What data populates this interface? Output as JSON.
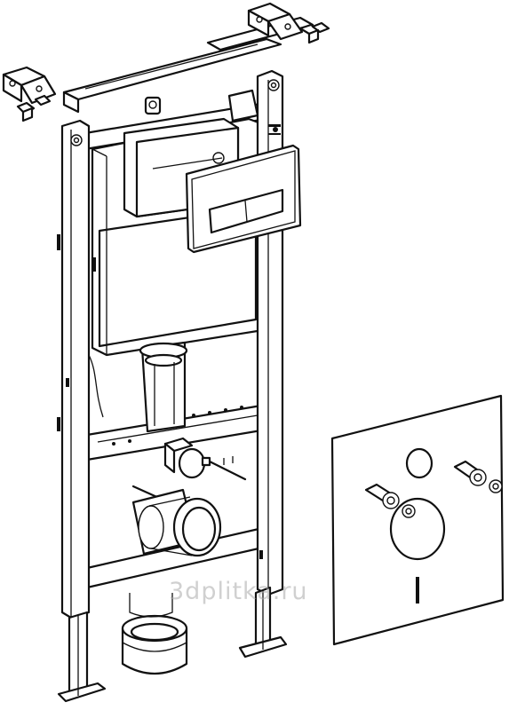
{
  "watermark": {
    "text": "3dplitka.ru"
  },
  "colors": {
    "line": "#111111",
    "background": "#ffffff",
    "watermark": "#aaaaaa"
  },
  "drawing": {
    "parts": [
      "top-mounting-bracket",
      "wall-anchor-left",
      "wall-anchor-right",
      "frame-left-upright",
      "frame-right-upright",
      "concealed-cistern",
      "flush-plate",
      "flush-pipe",
      "crossbar-bolts",
      "drain-connector",
      "adjustable-feet",
      "drain-socket",
      "sound-insulation-plate"
    ]
  }
}
